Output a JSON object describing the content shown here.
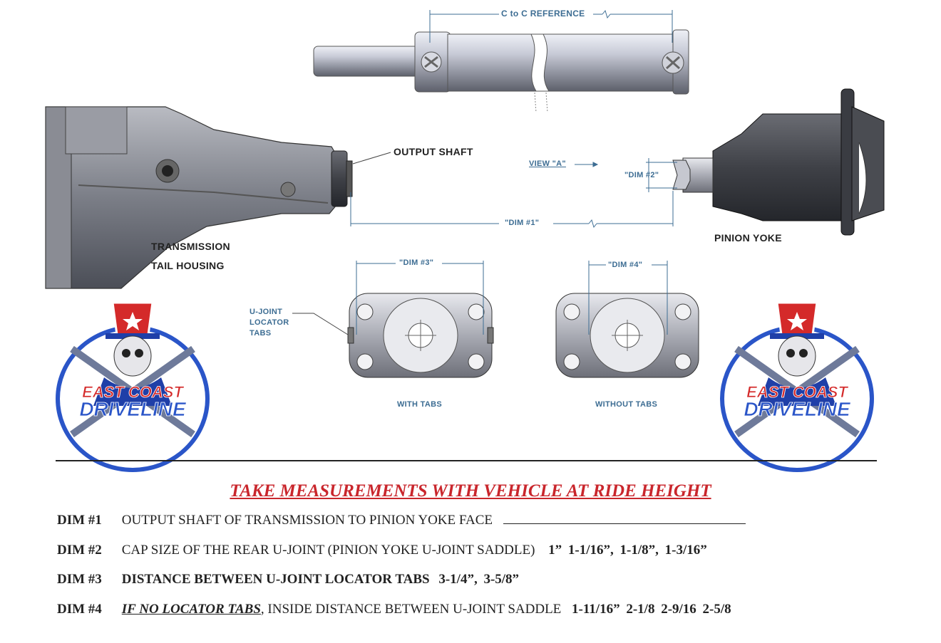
{
  "diagram": {
    "labels": {
      "c_to_c": "C to C REFERENCE",
      "output_shaft": "OUTPUT SHAFT",
      "view_a": "VIEW \"A\"",
      "dim2": "\"DIM #2\"",
      "dim1": "\"DIM #1\"",
      "pinion_yoke": "PINION YOKE",
      "transmission_1": "TRANSMISSION",
      "transmission_2": "TAIL HOUSING",
      "dim3": "\"DIM #3\"",
      "dim4": "\"DIM #4\"",
      "ujoint_1": "U-JOINT",
      "ujoint_2": "LOCATOR",
      "ujoint_3": "TABS",
      "with_tabs": "WITH TABS",
      "without_tabs": "WITHOUT TABS"
    },
    "logo": {
      "line1": "EAST COAST",
      "line2": "DRIVELINE"
    }
  },
  "instructions": {
    "heading": "TAKE MEASUREMENTS WITH VEHICLE AT RIDE HEIGHT",
    "dim1": {
      "tag": "DIM #1",
      "text": "OUTPUT SHAFT OF TRANSMISSION TO PINION YOKE FACE"
    },
    "dim2": {
      "tag": "DIM #2",
      "text": "CAP SIZE OF THE REAR U-JOINT (PINION YOKE U-JOINT SADDLE)",
      "sizes": "1”   1-1/16”,   1-1/8”,   1-3/16”"
    },
    "dim3": {
      "tag": "DIM #3",
      "text": "DISTANCE BETWEEN U-JOINT LOCATOR TABS",
      "sizes": "3-1/4”,  3-5/8”"
    },
    "dim4": {
      "tag": "DIM #4",
      "emph": "IF NO LOCATOR TABS",
      "text": ", INSIDE DISTANCE BETWEEN U-JOINT SADDLE",
      "sizes": "1-11/16”  2-1/8  2-9/16  2-5/8"
    }
  },
  "colors": {
    "heading_red": "#c9262c",
    "dim_blue": "#3d6d93",
    "logo_red": "#d42a2a",
    "logo_blue": "#2a55c8"
  }
}
